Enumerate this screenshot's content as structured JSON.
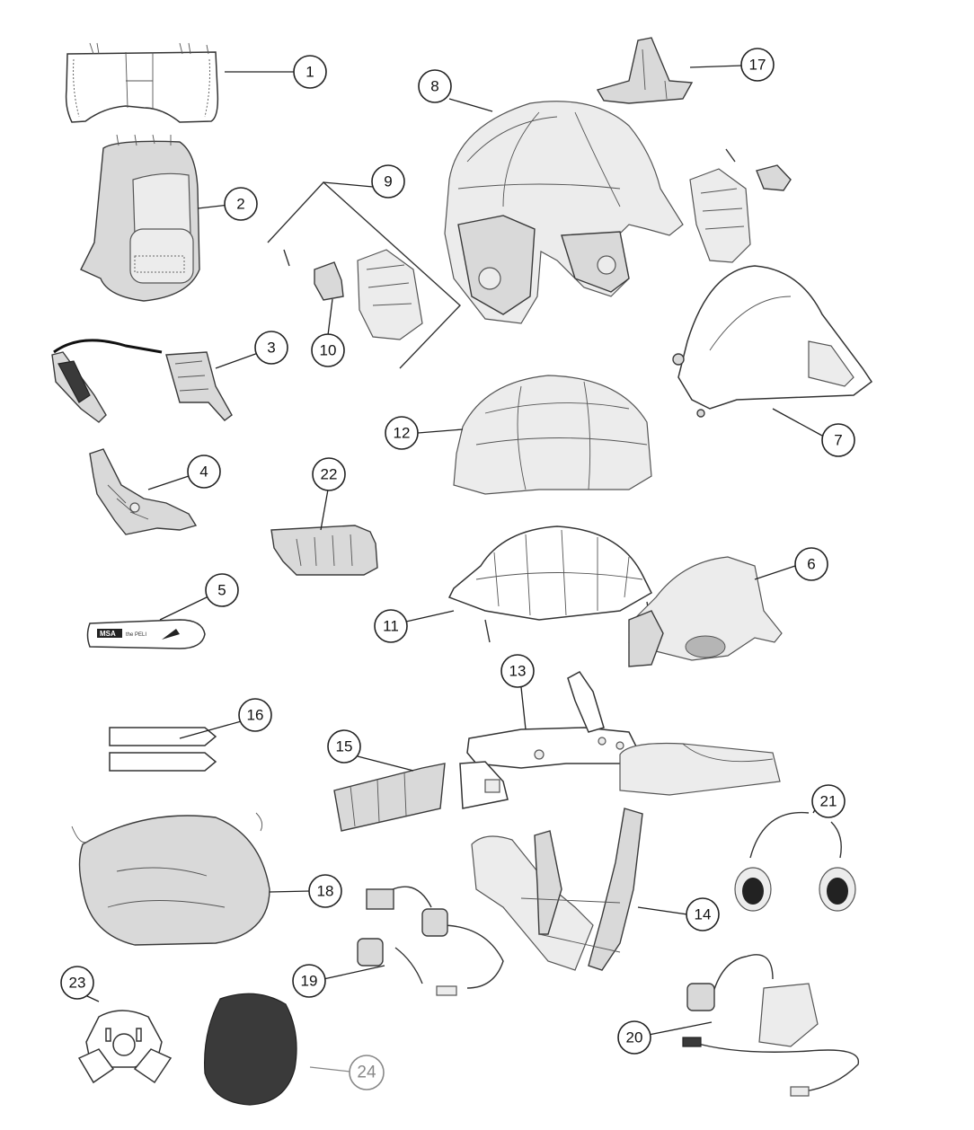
{
  "callouts": {
    "c1": "1",
    "c2": "2",
    "c3": "3",
    "c4": "4",
    "c5": "5",
    "c6": "6",
    "c7": "7",
    "c8": "8",
    "c9": "9",
    "c10": "10",
    "c11": "11",
    "c12": "12",
    "c13": "13",
    "c14": "14",
    "c15": "15",
    "c16": "16",
    "c17": "17",
    "c18": "18",
    "c19": "19",
    "c20": "20",
    "c21": "21",
    "c22": "22",
    "c23": "23",
    "c24": "24"
  },
  "flashlight": {
    "brand": "MSA",
    "model": "the PELI"
  }
}
